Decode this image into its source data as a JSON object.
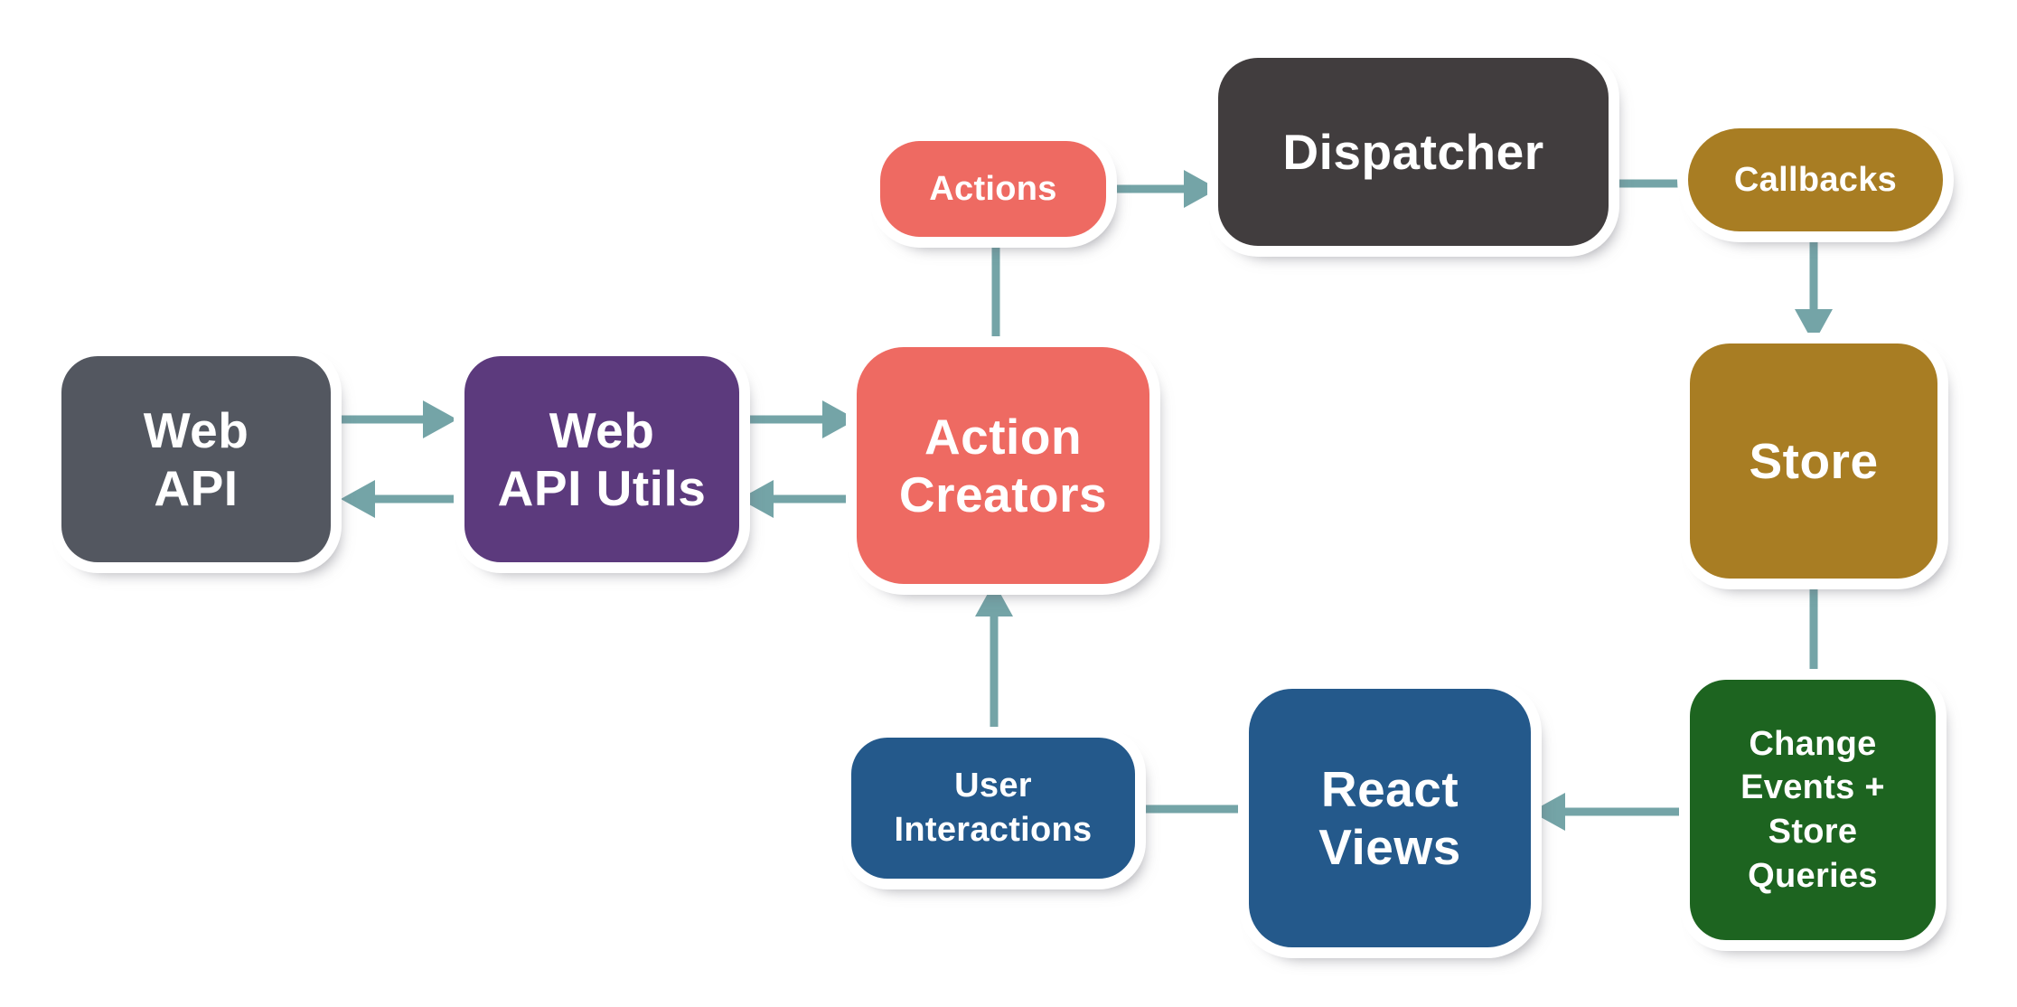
{
  "diagram": {
    "kind": "flux-architecture-flowchart",
    "connector_color": "#74a4a7",
    "background_color": "#ffffff",
    "nodes": {
      "web_api": {
        "label": "Web\nAPI",
        "color": "#535760",
        "text_color": "#ffffff",
        "shape": "rounded-rect"
      },
      "web_api_utils": {
        "label": "Web\nAPI Utils",
        "color": "#5c3a7d",
        "text_color": "#ffffff",
        "shape": "rounded-rect"
      },
      "action_creators": {
        "label": "Action\nCreators",
        "color": "#ee6a62",
        "text_color": "#ffffff",
        "shape": "rounded-rect"
      },
      "actions": {
        "label": "Actions",
        "color": "#ee6a62",
        "text_color": "#ffffff",
        "shape": "pill"
      },
      "dispatcher": {
        "label": "Dispatcher",
        "color": "#413d3e",
        "text_color": "#ffffff",
        "shape": "rounded-rect"
      },
      "callbacks": {
        "label": "Callbacks",
        "color": "#a87d23",
        "text_color": "#ffffff",
        "shape": "pill"
      },
      "store": {
        "label": "Store",
        "color": "#a87d23",
        "text_color": "#ffffff",
        "shape": "rounded-rect"
      },
      "change_events": {
        "label": "Change\nEvents +\nStore\nQueries",
        "color": "#1d6420",
        "text_color": "#ffffff",
        "shape": "rounded-rect"
      },
      "react_views": {
        "label": "React\nViews",
        "color": "#24598b",
        "text_color": "#ffffff",
        "shape": "rounded-rect"
      },
      "user_interactions": {
        "label": "User\nInteractions",
        "color": "#24598b",
        "text_color": "#ffffff",
        "shape": "rounded-rect"
      }
    },
    "edges": [
      {
        "from": "Web API",
        "to": "Web API Utils",
        "arrowhead": true
      },
      {
        "from": "Web API Utils",
        "to": "Web API",
        "arrowhead": true
      },
      {
        "from": "Web API Utils",
        "to": "Action Creators",
        "arrowhead": true
      },
      {
        "from": "Action Creators",
        "to": "Web API Utils",
        "arrowhead": true
      },
      {
        "from": "Action Creators",
        "to": "Actions",
        "arrowhead": false
      },
      {
        "from": "Actions",
        "to": "Dispatcher",
        "arrowhead": true
      },
      {
        "from": "Dispatcher",
        "to": "Callbacks",
        "arrowhead": false
      },
      {
        "from": "Callbacks",
        "to": "Store",
        "arrowhead": true
      },
      {
        "from": "Store",
        "to": "Change Events + Store Queries",
        "arrowhead": false
      },
      {
        "from": "Change Events + Store Queries",
        "to": "React Views",
        "arrowhead": true
      },
      {
        "from": "React Views",
        "to": "User Interactions",
        "arrowhead": false
      },
      {
        "from": "User Interactions",
        "to": "Action Creators",
        "arrowhead": true
      }
    ]
  }
}
